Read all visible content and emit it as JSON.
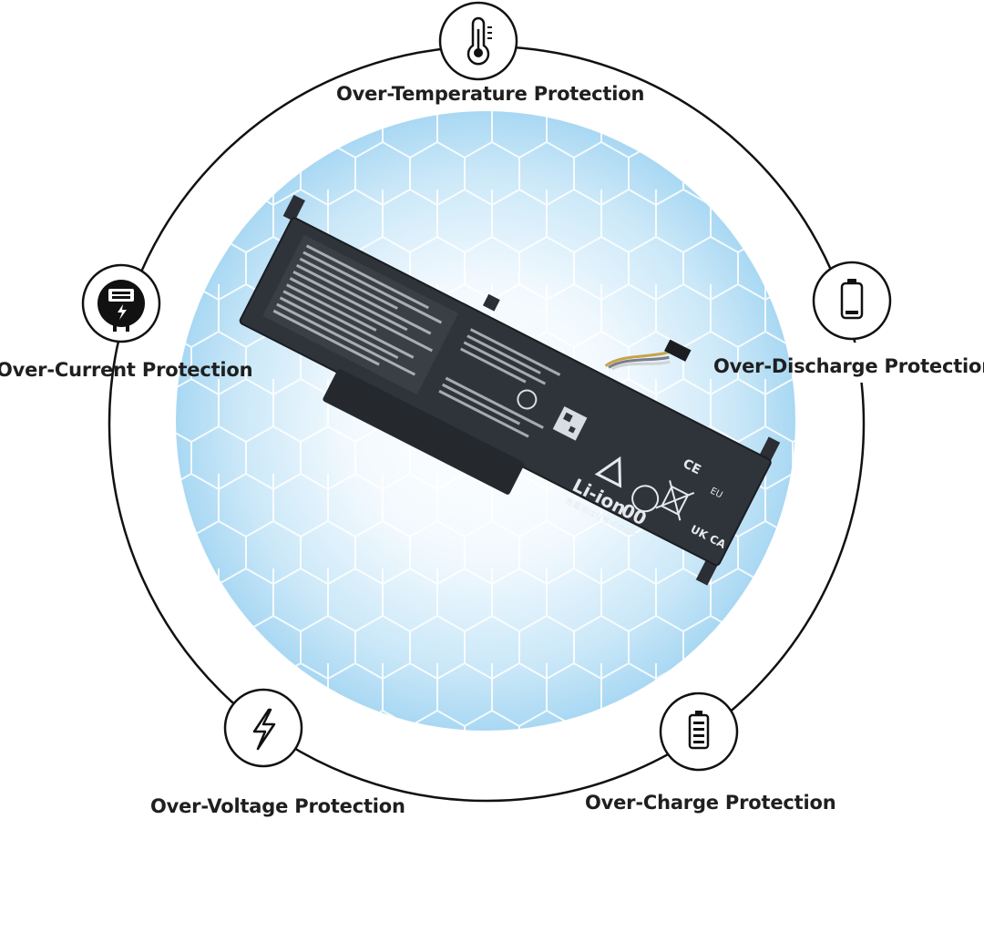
{
  "features": [
    {
      "id": "temp",
      "label": "Over-Temperature Protection",
      "icon": "thermometer-icon"
    },
    {
      "id": "current",
      "label": "Over-Current Protection",
      "icon": "meter-plug-icon"
    },
    {
      "id": "discharge",
      "label": "Over-Discharge Protection",
      "icon": "battery-low-icon"
    },
    {
      "id": "voltage",
      "label": "Over-Voltage Protection",
      "icon": "lightning-bolt-icon"
    },
    {
      "id": "charge",
      "label": "Over-Charge Protection",
      "icon": "battery-full-icon"
    }
  ],
  "battery_label": {
    "chemistry": "Li-ion",
    "recycle_code": "00",
    "recycle_text_jp": "充電池はリサイクルへ",
    "marks": [
      "CE",
      "EU",
      "UK CA"
    ]
  },
  "colors": {
    "ring": "#111111",
    "text": "#1f1f1f",
    "glow_center": "#ffffff",
    "glow_edge": "#a9d8f3",
    "battery_body": "#2b2f35"
  }
}
